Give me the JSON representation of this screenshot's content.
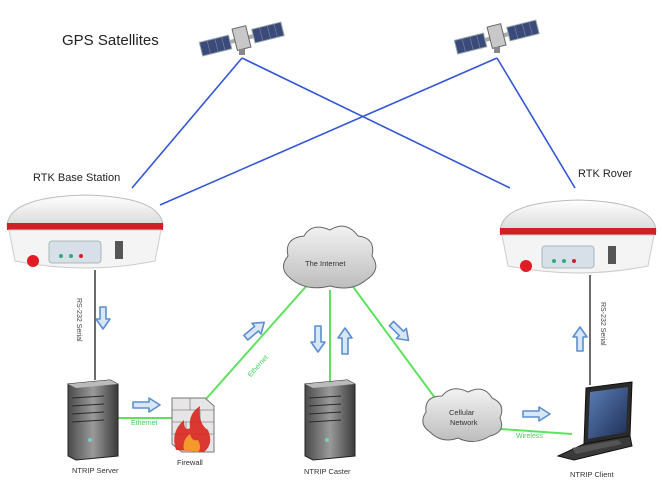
{
  "labels": {
    "gps_satellites": "GPS Satellites",
    "rtk_base_station": "RTK Base Station",
    "rtk_rover": "RTK Rover",
    "the_internet": "The Internet",
    "ntrip_server": "NTRIP Server",
    "firewall": "Firewall",
    "ntrip_caster": "NTRIP Caster",
    "cellular_network_line1": "Cellular",
    "cellular_network_line2": "Network",
    "ntrip_client": "NTRIP Client",
    "rs232_serial_left": "RS-232 Serial",
    "rs232_serial_right": "RS-232 Serial",
    "ethernet_server": "Ethernet",
    "ethernet_firewall": "Ethernet",
    "wireless": "Wireless"
  },
  "colors": {
    "gps_link": "#3356d8",
    "network_link": "#5ee25e",
    "cable": "#3a3a3a",
    "arrow_fill": "#d9e6f6",
    "arrow_stroke": "#5b8fd0",
    "cloud_fill": "#dcdcdc",
    "receiver_red": "#d21f26"
  }
}
